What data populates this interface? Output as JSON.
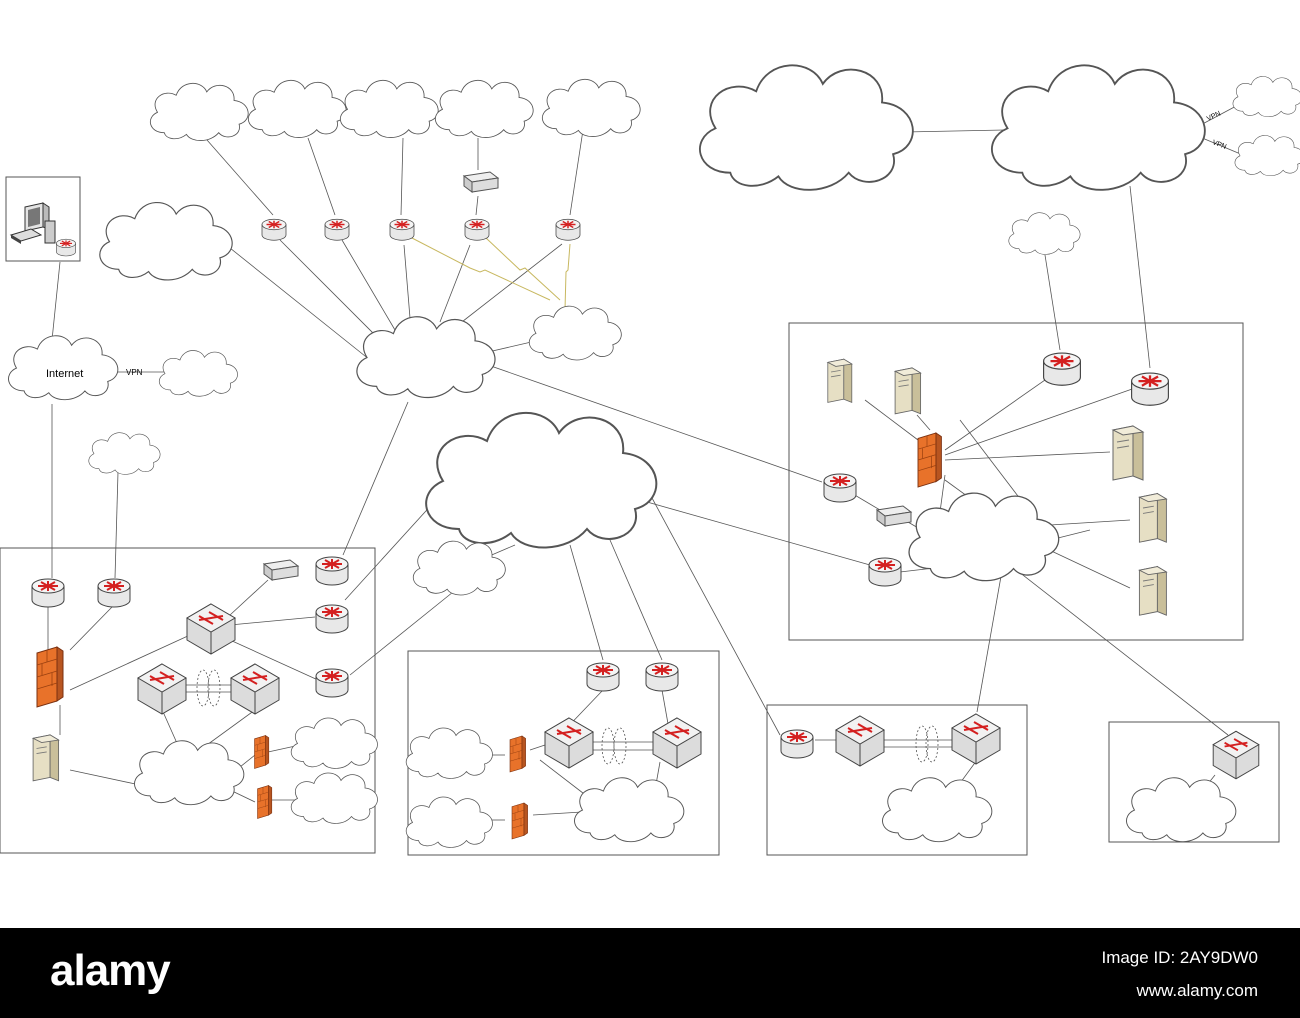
{
  "labels": {
    "internet": "Internet",
    "vpn_internet": "VPN",
    "vpn_top_1": "VPN",
    "vpn_top_2": "VPN"
  },
  "icons": {
    "router": "router-icon",
    "switch": "switch-icon",
    "firewall": "firewall-icon",
    "server": "server-icon",
    "cloud": "cloud-icon",
    "modem": "modem-icon",
    "workstation": "workstation-icon"
  },
  "colors": {
    "router_arrows": "#d42020",
    "firewall": "#e8722a",
    "server": "#d8d0b4",
    "wan_link": "#c8b860",
    "line": "#404040",
    "footer": "#000000"
  },
  "footer": {
    "brand": "alamy",
    "image_id": "Image ID: 2AY9DW0",
    "site": "www.alamy.com"
  }
}
